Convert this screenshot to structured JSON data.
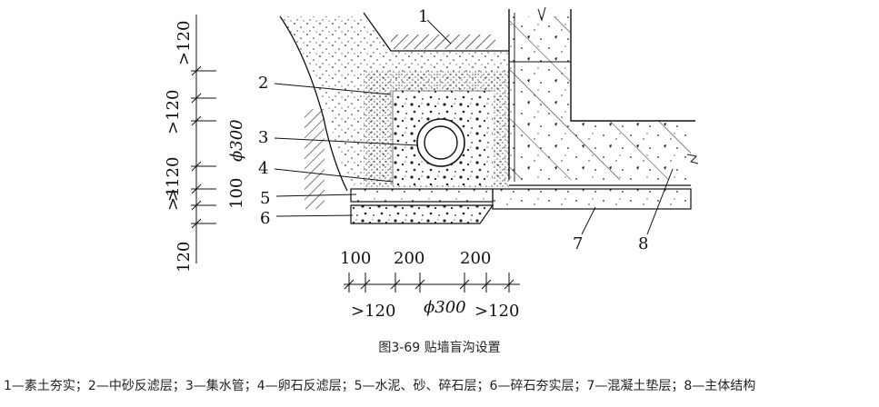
{
  "figure": {
    "caption": "图3-69   贴墙盲沟设置",
    "legend": "1—素土夯实；2—中砂反滤层；3—集水管；4—卵石反滤层；5—水泥、砂、碎石层；6—碎石夯实层；7—混凝土垫层；8—主体结构"
  },
  "callouts": [
    "1",
    "2",
    "3",
    "4",
    "5",
    "6",
    "7",
    "8"
  ],
  "dims_left": {
    "d1": ">120",
    "d2": ">120",
    "d3": ">120",
    "d4": ">1",
    "d5": "100",
    "d6": "120",
    "pipe": "ϕ300"
  },
  "dims_bottom": {
    "top1": "100",
    "top2": "200",
    "top3": "200",
    "bot1": ">120",
    "pipe": "ϕ300",
    "bot2": ">120"
  }
}
